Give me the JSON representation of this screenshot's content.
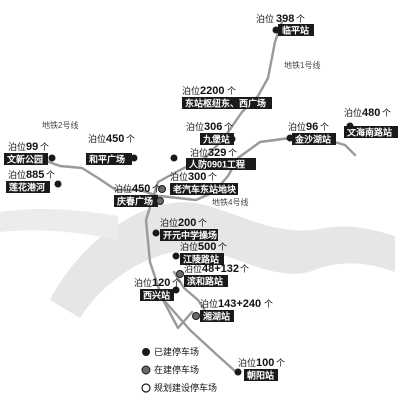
{
  "map": {
    "line_labels": {
      "metro1": "地铁1号线",
      "metro2": "地铁2号线",
      "metro4": "地铁4号线"
    },
    "parking_caption": "泊位",
    "count_unit": "个",
    "stations": [
      {
        "id": "linping",
        "name": "临平站",
        "count": "398",
        "status": "built"
      },
      {
        "id": "dongzhan",
        "name": "东站枢纽东、西广场",
        "count": "2200",
        "status": "built"
      },
      {
        "id": "jiubao",
        "name": "九堡站",
        "count": "306",
        "status": "built"
      },
      {
        "id": "jinshahu",
        "name": "金沙湖站",
        "count": "96",
        "status": "built"
      },
      {
        "id": "wenhainan",
        "name": "文海南路站",
        "count": "480",
        "status": "built"
      },
      {
        "id": "renfang",
        "name": "人防0901工程",
        "count": "329",
        "status": "built"
      },
      {
        "id": "laoqiche",
        "name": "老汽车东站地块",
        "count": "300",
        "status": "construction"
      },
      {
        "id": "wenxin",
        "name": "文新公园",
        "count": "99",
        "status": "built"
      },
      {
        "id": "lianhua",
        "name": "莲花港河",
        "count": "885",
        "status": "built"
      },
      {
        "id": "heping",
        "name": "和平广场",
        "count": "450",
        "status": "built"
      },
      {
        "id": "qingchun",
        "name": "庆春广场",
        "count": "450",
        "status": "construction"
      },
      {
        "id": "kaiyuan",
        "name": "开元中学操场",
        "count": "200",
        "status": "built"
      },
      {
        "id": "jiangling",
        "name": "江陵路站",
        "count": "500",
        "status": "built"
      },
      {
        "id": "binhe",
        "name": "滨和路站",
        "count": "48+132",
        "status": "construction"
      },
      {
        "id": "xixing",
        "name": "西兴站",
        "count": "120",
        "status": "built"
      },
      {
        "id": "xianghu",
        "name": "湘湖站",
        "count": "143+240",
        "status": "construction"
      },
      {
        "id": "chaoyang",
        "name": "朝阳站",
        "count": "100",
        "status": "built"
      }
    ]
  },
  "legend": {
    "built": "已建停车场",
    "construction": "在建停车场",
    "planned": "规划建设停车场"
  }
}
